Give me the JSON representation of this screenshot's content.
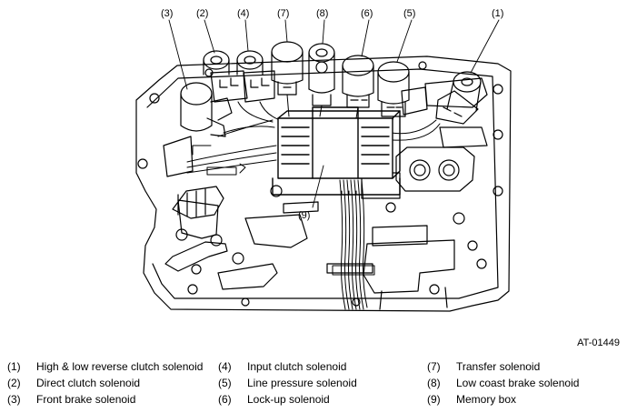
{
  "callouts": {
    "c1": "(1)",
    "c2": "(2)",
    "c3": "(3)",
    "c4": "(4)",
    "c5": "(5)",
    "c6": "(6)",
    "c7": "(7)",
    "c8": "(8)",
    "c9": "(9)"
  },
  "figure_id": "AT-01449",
  "legend": [
    [
      {
        "num": "(1)",
        "label": "High & low reverse clutch solenoid"
      },
      {
        "num": "(4)",
        "label": "Input clutch solenoid"
      },
      {
        "num": "(7)",
        "label": "Transfer solenoid"
      }
    ],
    [
      {
        "num": "(2)",
        "label": "Direct clutch solenoid"
      },
      {
        "num": "(5)",
        "label": "Line pressure solenoid"
      },
      {
        "num": "(8)",
        "label": "Low coast brake solenoid"
      }
    ],
    [
      {
        "num": "(3)",
        "label": "Front brake solenoid"
      },
      {
        "num": "(6)",
        "label": "Lock-up solenoid"
      },
      {
        "num": "(9)",
        "label": "Memory box"
      }
    ]
  ]
}
